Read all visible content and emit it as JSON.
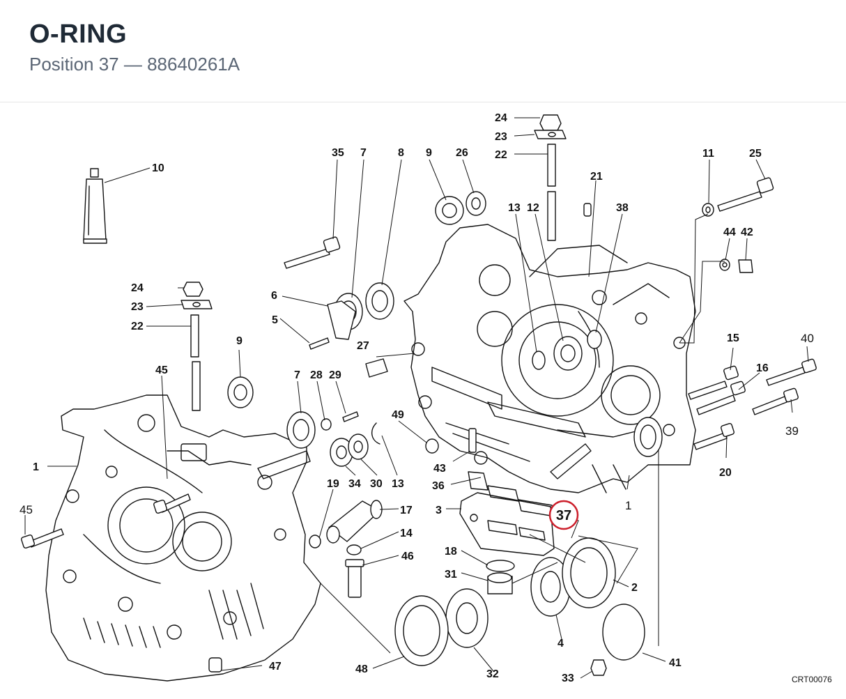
{
  "header": {
    "title": "O-RING",
    "subtitle": "Position 37 — 88640261A"
  },
  "diagram": {
    "highlight_label": "37",
    "highlight_color": "#cc1f2b",
    "footer_code": "CRT00076",
    "callouts": [
      {
        "id": "c10",
        "label": "10"
      },
      {
        "id": "c24a",
        "label": "24"
      },
      {
        "id": "c23a",
        "label": "23"
      },
      {
        "id": "c22a",
        "label": "22"
      },
      {
        "id": "c35",
        "label": "35"
      },
      {
        "id": "c7a",
        "label": "7"
      },
      {
        "id": "c8",
        "label": "8"
      },
      {
        "id": "c9a",
        "label": "9"
      },
      {
        "id": "c26",
        "label": "26"
      },
      {
        "id": "c21",
        "label": "21"
      },
      {
        "id": "c11",
        "label": "11"
      },
      {
        "id": "c25",
        "label": "25"
      },
      {
        "id": "c13a",
        "label": "13"
      },
      {
        "id": "c12",
        "label": "12"
      },
      {
        "id": "c38",
        "label": "38"
      },
      {
        "id": "c44",
        "label": "44"
      },
      {
        "id": "c42",
        "label": "42"
      },
      {
        "id": "c24b",
        "label": "24"
      },
      {
        "id": "c23b",
        "label": "23"
      },
      {
        "id": "c22b",
        "label": "22"
      },
      {
        "id": "c6",
        "label": "6"
      },
      {
        "id": "c5",
        "label": "5"
      },
      {
        "id": "c9b",
        "label": "9"
      },
      {
        "id": "c27",
        "label": "27"
      },
      {
        "id": "c15",
        "label": "15"
      },
      {
        "id": "c40",
        "label": "40"
      },
      {
        "id": "c16",
        "label": "16"
      },
      {
        "id": "c45a",
        "label": "45"
      },
      {
        "id": "c7b",
        "label": "7"
      },
      {
        "id": "c28",
        "label": "28"
      },
      {
        "id": "c29",
        "label": "29"
      },
      {
        "id": "c49",
        "label": "49"
      },
      {
        "id": "c39",
        "label": "39"
      },
      {
        "id": "c1a",
        "label": "1"
      },
      {
        "id": "c43",
        "label": "43"
      },
      {
        "id": "c20",
        "label": "20"
      },
      {
        "id": "c19",
        "label": "19"
      },
      {
        "id": "c34",
        "label": "34"
      },
      {
        "id": "c30",
        "label": "30"
      },
      {
        "id": "c13b",
        "label": "13"
      },
      {
        "id": "c36",
        "label": "36"
      },
      {
        "id": "c1b",
        "label": "1"
      },
      {
        "id": "c45b",
        "label": "45"
      },
      {
        "id": "c3",
        "label": "3"
      },
      {
        "id": "c17",
        "label": "17"
      },
      {
        "id": "c14",
        "label": "14"
      },
      {
        "id": "c18",
        "label": "18"
      },
      {
        "id": "c46",
        "label": "46"
      },
      {
        "id": "c31",
        "label": "31"
      },
      {
        "id": "c2",
        "label": "2"
      },
      {
        "id": "c4",
        "label": "4"
      },
      {
        "id": "c47",
        "label": "47"
      },
      {
        "id": "c48",
        "label": "48"
      },
      {
        "id": "c32",
        "label": "32"
      },
      {
        "id": "c33",
        "label": "33"
      },
      {
        "id": "c41",
        "label": "41"
      }
    ]
  }
}
